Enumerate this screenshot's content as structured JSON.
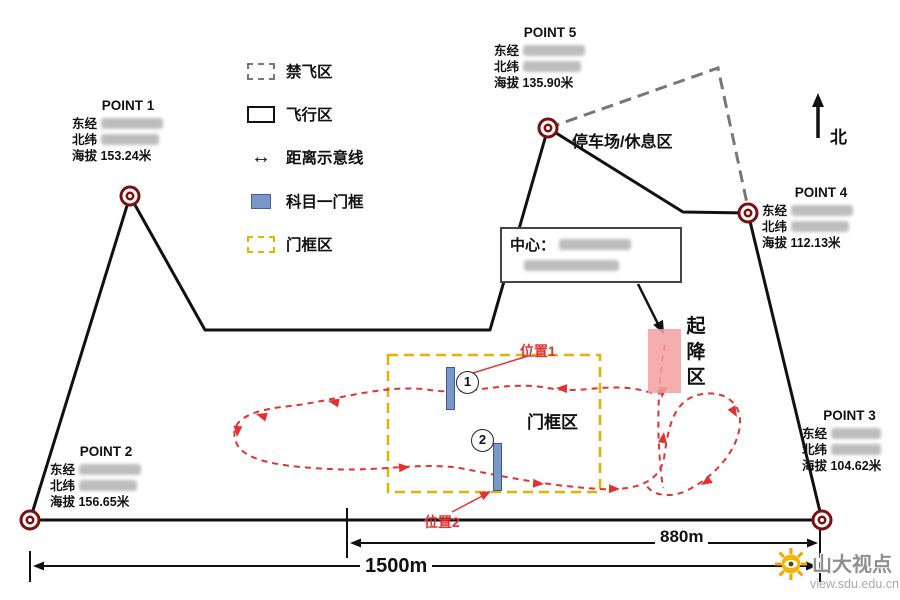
{
  "legend": {
    "items": [
      {
        "label": "禁飞区"
      },
      {
        "label": "飞行区"
      },
      {
        "label": "距离示意线"
      },
      {
        "label": "科目一门框"
      },
      {
        "label": "门框区"
      }
    ]
  },
  "points": {
    "p1": {
      "name": "POINT 1",
      "lon_label": "东经",
      "lat_label": "北纬",
      "alt": "海拔 153.24米"
    },
    "p2": {
      "name": "POINT 2",
      "lon_label": "东经",
      "lat_label": "北纬",
      "alt": "海拔 156.65米"
    },
    "p3": {
      "name": "POINT 3",
      "lon_label": "东经",
      "lat_label": "北纬",
      "alt": "海拔 104.62米"
    },
    "p4": {
      "name": "POINT 4",
      "lon_label": "东经",
      "lat_label": "北纬",
      "alt": "海拔 112.13米"
    },
    "p5": {
      "name": "POINT 5",
      "lon_label": "东经",
      "lat_label": "北纬",
      "alt": "海拔 135.90米"
    }
  },
  "map_labels": {
    "parking_area": "停车场/休息区",
    "center_prefix": "中心：",
    "takeoff_zone": "起降区",
    "gate_zone": "门框区",
    "position1": "位置1",
    "position2": "位置2",
    "gate1_number": "1",
    "gate2_number": "2",
    "north": "北"
  },
  "distances": {
    "d880": "880m",
    "d1500": "1500m"
  },
  "watermark": {
    "title": "山大视点",
    "url": "view.sdu.edu.cn"
  },
  "colors": {
    "flight_line": "#111111",
    "no_fly_line": "#777777",
    "route_red": "#e23333",
    "gate_blue": "#7a97c9",
    "gate_zone_yellow": "#e0b400",
    "takeoff_pink": "#f2a0a0",
    "marker_ring": "#7a1010"
  }
}
